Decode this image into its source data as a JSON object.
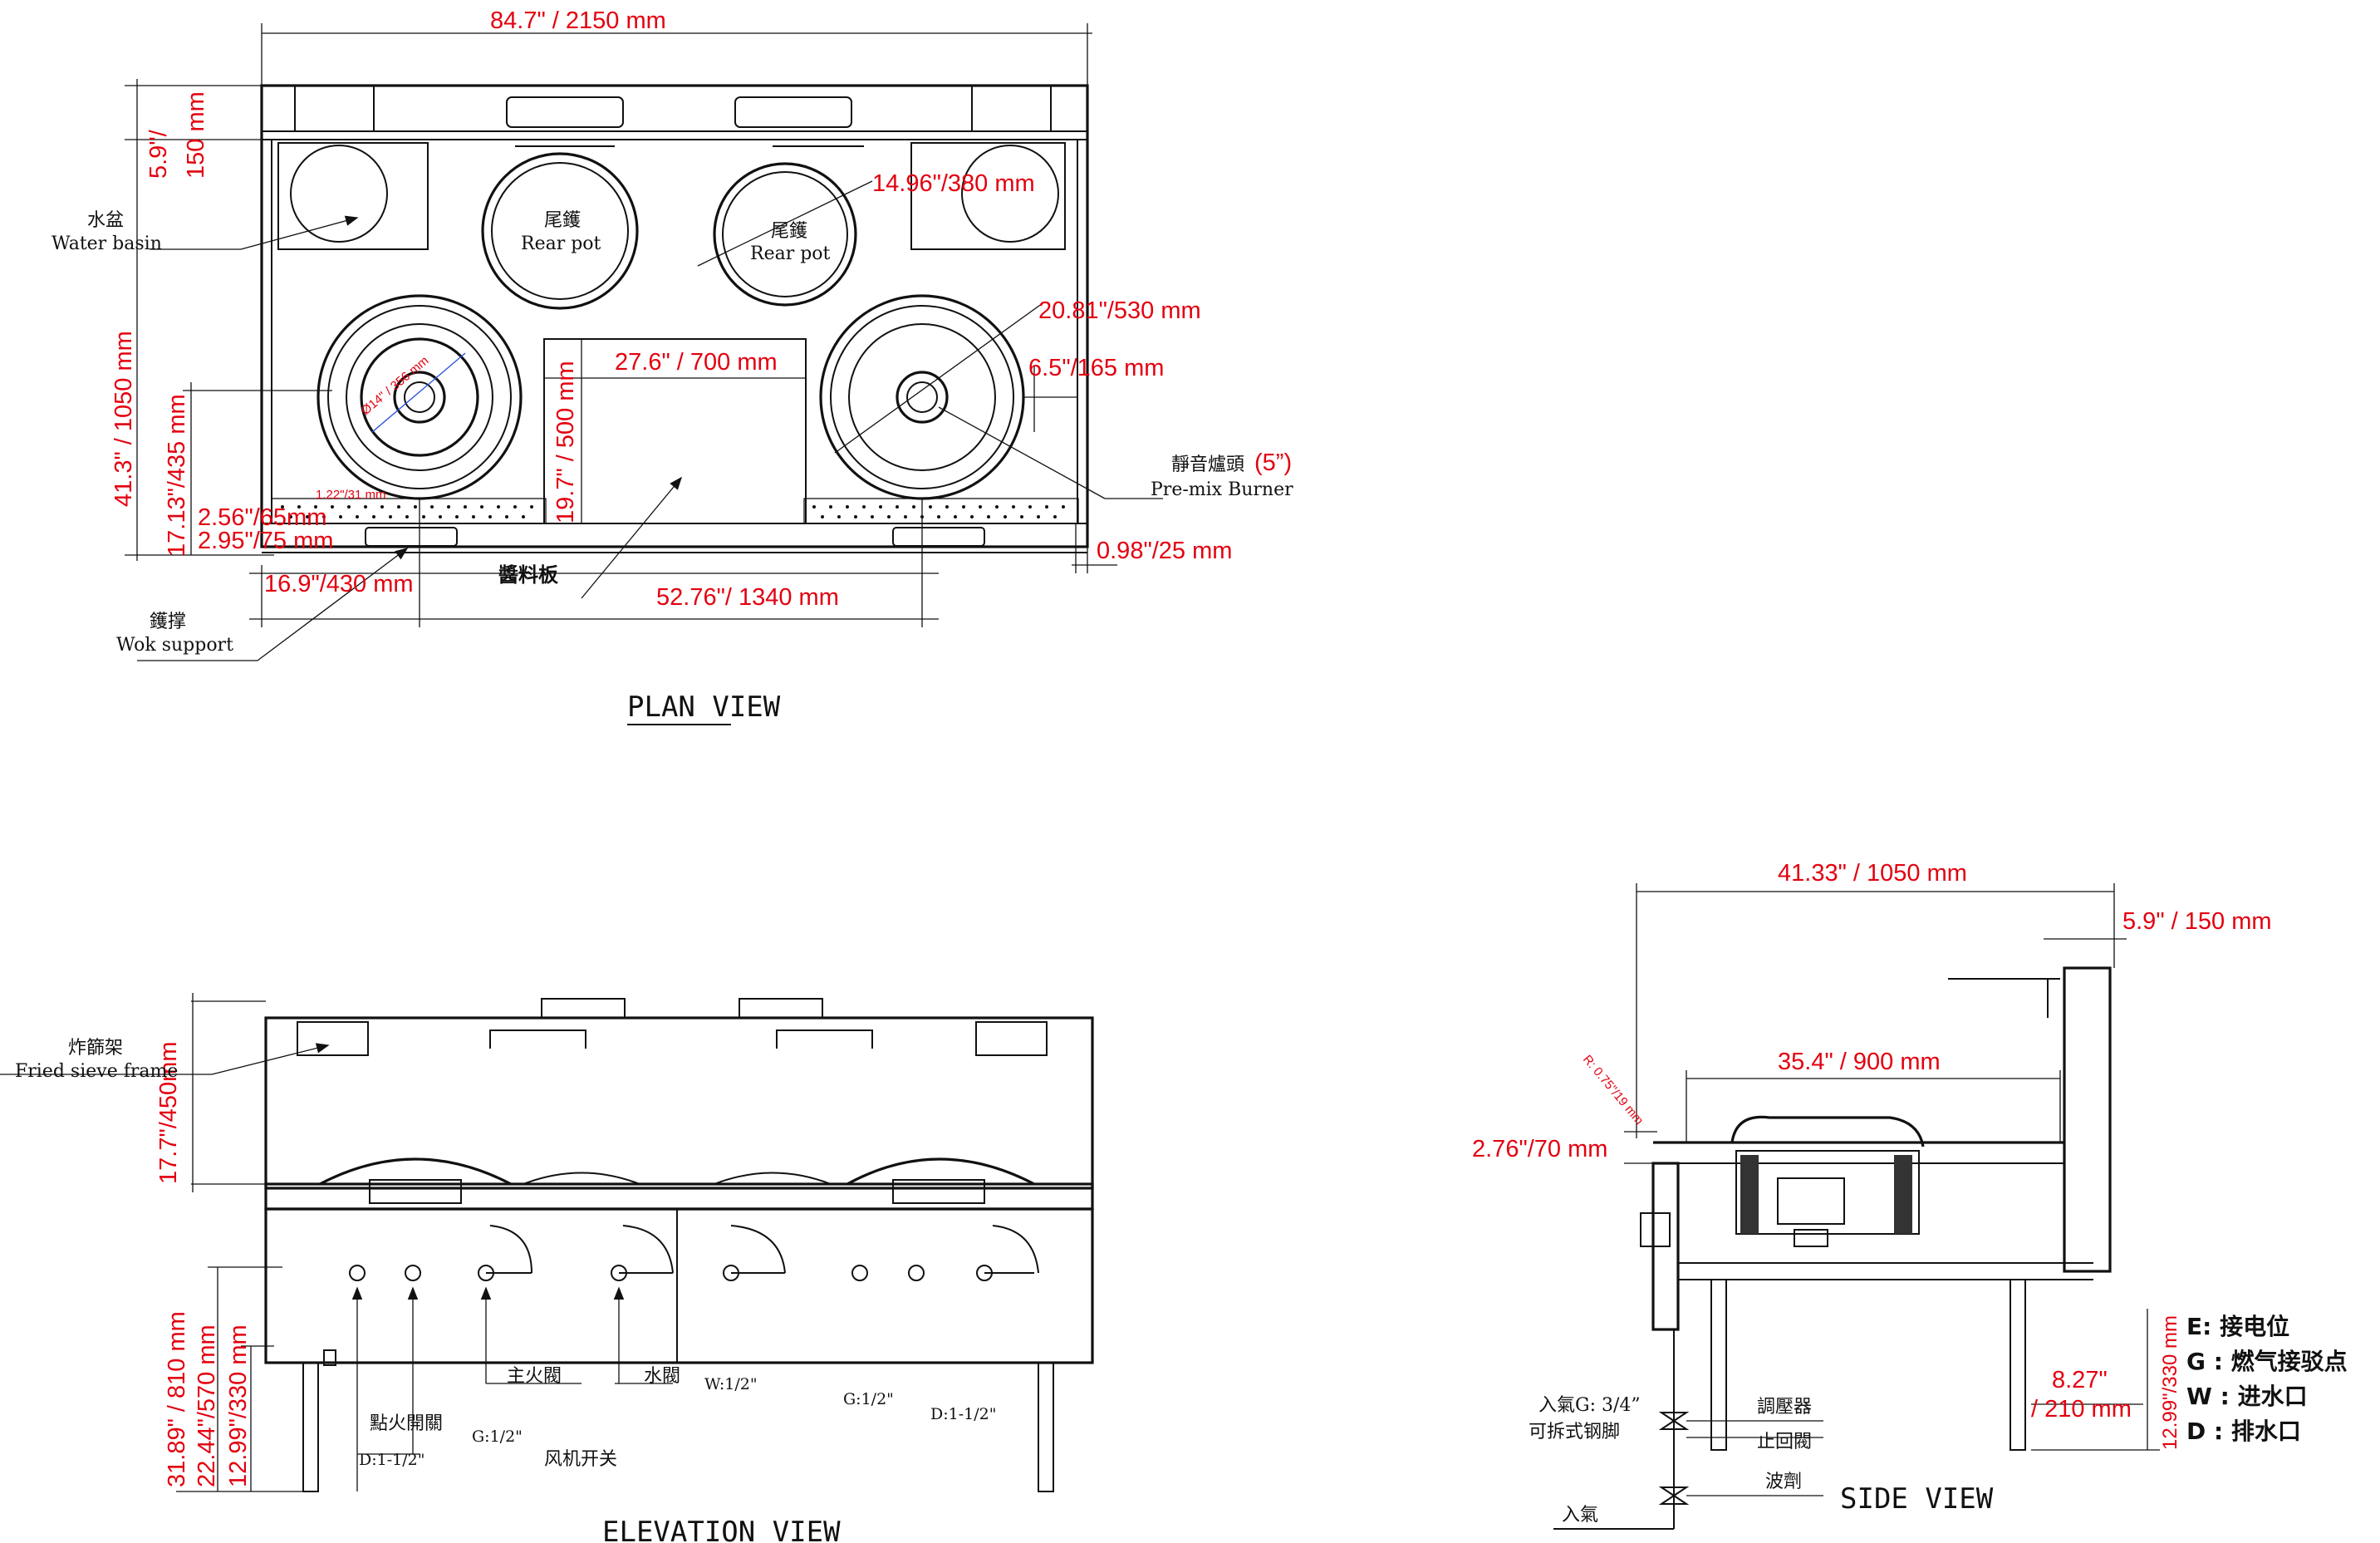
{
  "views": {
    "plan_title": "PLAN VIEW",
    "elevation_title": "ELEVATION VIEW",
    "side_title": "SIDE VIEW"
  },
  "plan": {
    "dims": {
      "overall_width": "84.7\" / 2150 mm",
      "back_depth": "5.9\"/",
      "back_depth_mm": "150 mm",
      "overall_depth": "41.3\" / 1050 mm",
      "burner_offset": "17.13\"/435 mm",
      "edge_65": "2.56\"/65mm",
      "edge_75": "2.95\"/75 mm",
      "left_offset": "16.9\"/430 mm",
      "burner_spacing": "52.76\"/ 1340 mm",
      "right_edge": "0.98\"/25 mm",
      "rear_pot_dia": "14.96\"/380 mm",
      "wok_dia": "20.81\"/530 mm",
      "right_gap": "6.5\"/165 mm",
      "sauce_width": "27.6\" / 700 mm",
      "sauce_depth": "19.7\" / 500 mm",
      "inner_ring": "Ø14\" / 356 mm",
      "wok_support_small": "1.22\"/31 mm"
    },
    "labels": {
      "water_basin_cn": "水盆",
      "water_basin_en": "Water basin",
      "rear_pot_cn": "尾鑊",
      "rear_pot_en": "Rear pot",
      "burner_cn": "靜音爐頭",
      "burner_size": "(5”)",
      "burner_en": "Pre-mix Burner",
      "sauce_cn": "醬料板",
      "wok_support_cn": "鑊撑",
      "wok_support_en": "Wok support"
    }
  },
  "elevation": {
    "dims": {
      "upper_height": "17.7\"/450mm",
      "total_height": "31.89\" / 810 mm",
      "counter_height": "22.44\"/570 mm",
      "leg_height": "12.99\"/330 mm"
    },
    "labels": {
      "fried_sieve_cn": "炸篩架",
      "fried_sieve_en": "Fried sieve frame",
      "main_valve": "主火閥",
      "water_valve": "水閥",
      "w_half": "W:1/2\"",
      "g_half_right": "G:1/2\"",
      "d_half_right": "D:1-1/2\"",
      "ignition_switch": "點火開關",
      "g_half_left": "G:1/2\"",
      "d_half_left": "D:1-1/2\"",
      "fan_switch": "风机开关"
    }
  },
  "side": {
    "dims": {
      "depth": "41.33\" / 1050 mm",
      "back_depth": "5.9\" / 150 mm",
      "inner_depth": "35.4\" / 900 mm",
      "front_height": "2.76\"/70 mm",
      "radius": "R: 0.75\"/19 mm",
      "leg_setback": "8.27\"",
      "leg_setback_mm": "/ 210 mm",
      "leg_height": "12.99\"/330 mm"
    },
    "labels": {
      "gas_inlet": "入氣G: 3/4”",
      "removable_leg": "可拆式钢脚",
      "regulator": "調壓器",
      "check_valve": "止回閥",
      "bellows": "波劑",
      "gas_in": "入氣"
    },
    "legend": [
      {
        "code": "E",
        "text": "E: 接电位"
      },
      {
        "code": "G",
        "text": "G : 燃气接驳点"
      },
      {
        "code": "W",
        "text": "W : 进水口"
      },
      {
        "code": "D",
        "text": "D : 排水口"
      }
    ]
  }
}
